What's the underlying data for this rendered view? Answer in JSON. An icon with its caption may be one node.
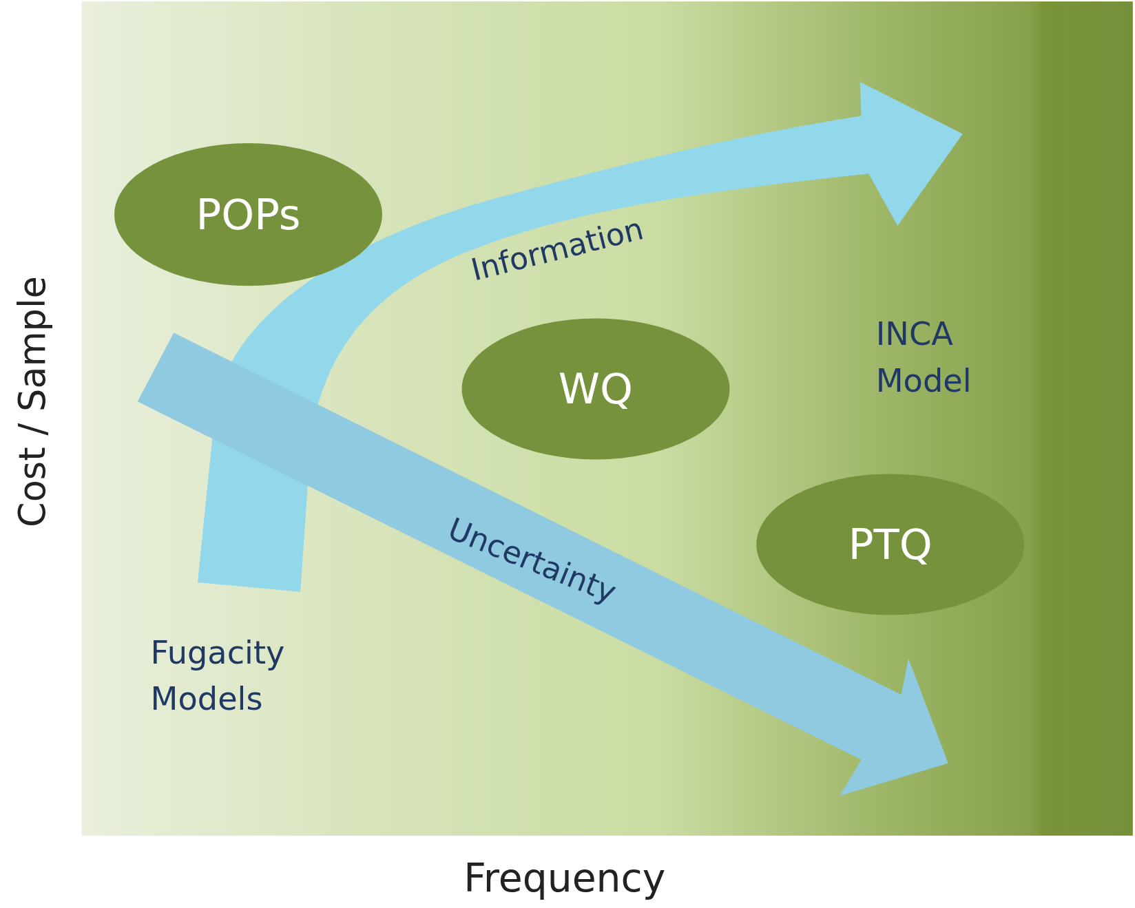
{
  "diagram": {
    "nodes": [
      {
        "text": [
          "POPs"
        ]
      },
      {
        "text": [
          "WQ"
        ]
      },
      {
        "text": [
          "PTQ"
        ]
      }
    ],
    "labels": [
      "Information",
      "INCA Model",
      "Uncertainty",
      "Fugacity Models",
      "Cost / Sample",
      "Frequency"
    ]
  }
}
